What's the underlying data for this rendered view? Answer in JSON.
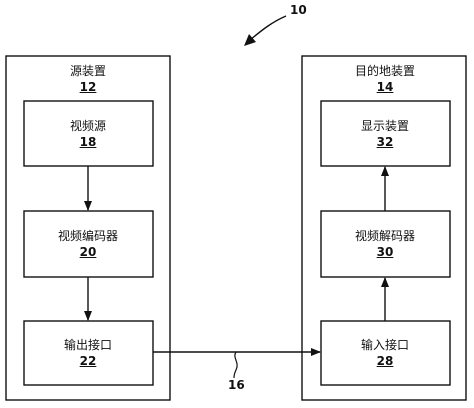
{
  "figure_ref": "10",
  "link_ref": "16",
  "source_device": {
    "title": "源装置",
    "number": "12",
    "blocks": [
      {
        "label": "视频源",
        "number": "18"
      },
      {
        "label": "视频编码器",
        "number": "20"
      },
      {
        "label": "输出接口",
        "number": "22"
      }
    ]
  },
  "destination_device": {
    "title": "目的地装置",
    "number": "14",
    "blocks": [
      {
        "label": "显示装置",
        "number": "32"
      },
      {
        "label": "视频解码器",
        "number": "30"
      },
      {
        "label": "输入接口",
        "number": "28"
      }
    ]
  }
}
